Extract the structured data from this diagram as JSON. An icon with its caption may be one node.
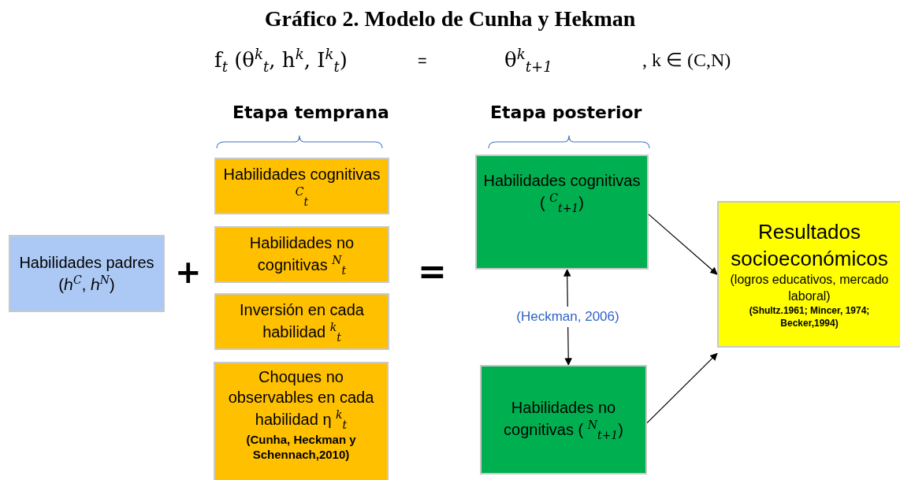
{
  "diagram": {
    "title": "Gráfico 2. Modelo de Cunha y Hekman",
    "nodes": [
      {
        "text": [
          "Habilidades padres (ℎ$^{C}$, ℎ$^{N}$)"
        ]
      },
      {
        "text": [
          "Habilidades cognitivas $^{C}$$_{t}$"
        ]
      },
      {
        "text": [
          "Habilidades no cognitivas $^{N}$$_{t}$"
        ]
      },
      {
        "text": [
          "Inversión en cada habilidad $^{k}$$_{t}$"
        ]
      },
      {
        "text": [
          "Choques no observables en cada habilidad η $^{k}$$_{t}$",
          "(Cunha, Heckman y Schennach,2010)"
        ]
      },
      {
        "text": [
          "Habilidades cognitivas ( $^{C}$$_{t+1}$)"
        ]
      },
      {
        "text": [
          "Habilidades no cognitivas ( $^{N}$$_{t+1}$)"
        ]
      },
      {
        "text": [
          "Resultados socioeconómicos",
          "(logros educativos, mercado laboral)",
          "(Shultz.1961; Mincer, 1974; Becker,1994)"
        ]
      }
    ],
    "edges": [
      {
        "from": 5,
        "to": 6,
        "arrow": "both",
        "label": "(Heckman, 2006)"
      },
      {
        "from": 5,
        "to": 7,
        "arrow": "to"
      },
      {
        "from": 6,
        "to": 7,
        "arrow": "to"
      }
    ],
    "labels": [
      "f$_{t}$ (θ$^{k}$$_{t}$, h$^{k}$, I$^{k}$$_{t}$)",
      "=",
      "θ$^{k}$$_{t+1}$",
      ", k ∈ (C,N)",
      "Etapa temprana",
      "Etapa posterior",
      "+",
      "="
    ]
  }
}
